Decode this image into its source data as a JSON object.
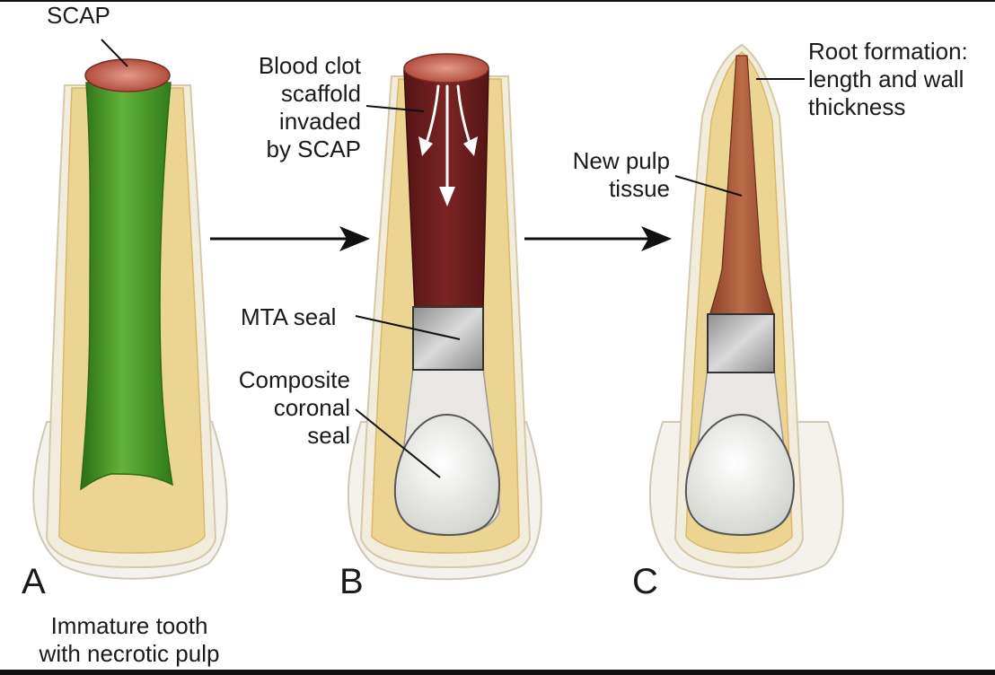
{
  "labels": {
    "scap": "SCAP",
    "blood_clot": [
      "Blood clot",
      "scaffold",
      "invaded",
      "by SCAP"
    ],
    "mta_seal": "MTA seal",
    "composite": [
      "Composite",
      "coronal",
      "seal"
    ],
    "new_pulp": [
      "New pulp",
      "tissue"
    ],
    "root_formation": [
      "Root formation:",
      "length and wall",
      "thickness"
    ],
    "caption": [
      "Immature tooth",
      "with necrotic pulp"
    ]
  },
  "panels": [
    "A",
    "B",
    "C"
  ],
  "colors": {
    "enamel_shell": "#f3f1ea",
    "dentin": "#ecd592",
    "necrotic_pulp": "#3f9526",
    "blood_clot": "#6e1c1c",
    "scap_tissue": "#c25a4c",
    "mta": "#a9a9a9",
    "composite": "#e6e6e2",
    "new_pulp": "#a85a3b",
    "arrow": "#111111"
  }
}
